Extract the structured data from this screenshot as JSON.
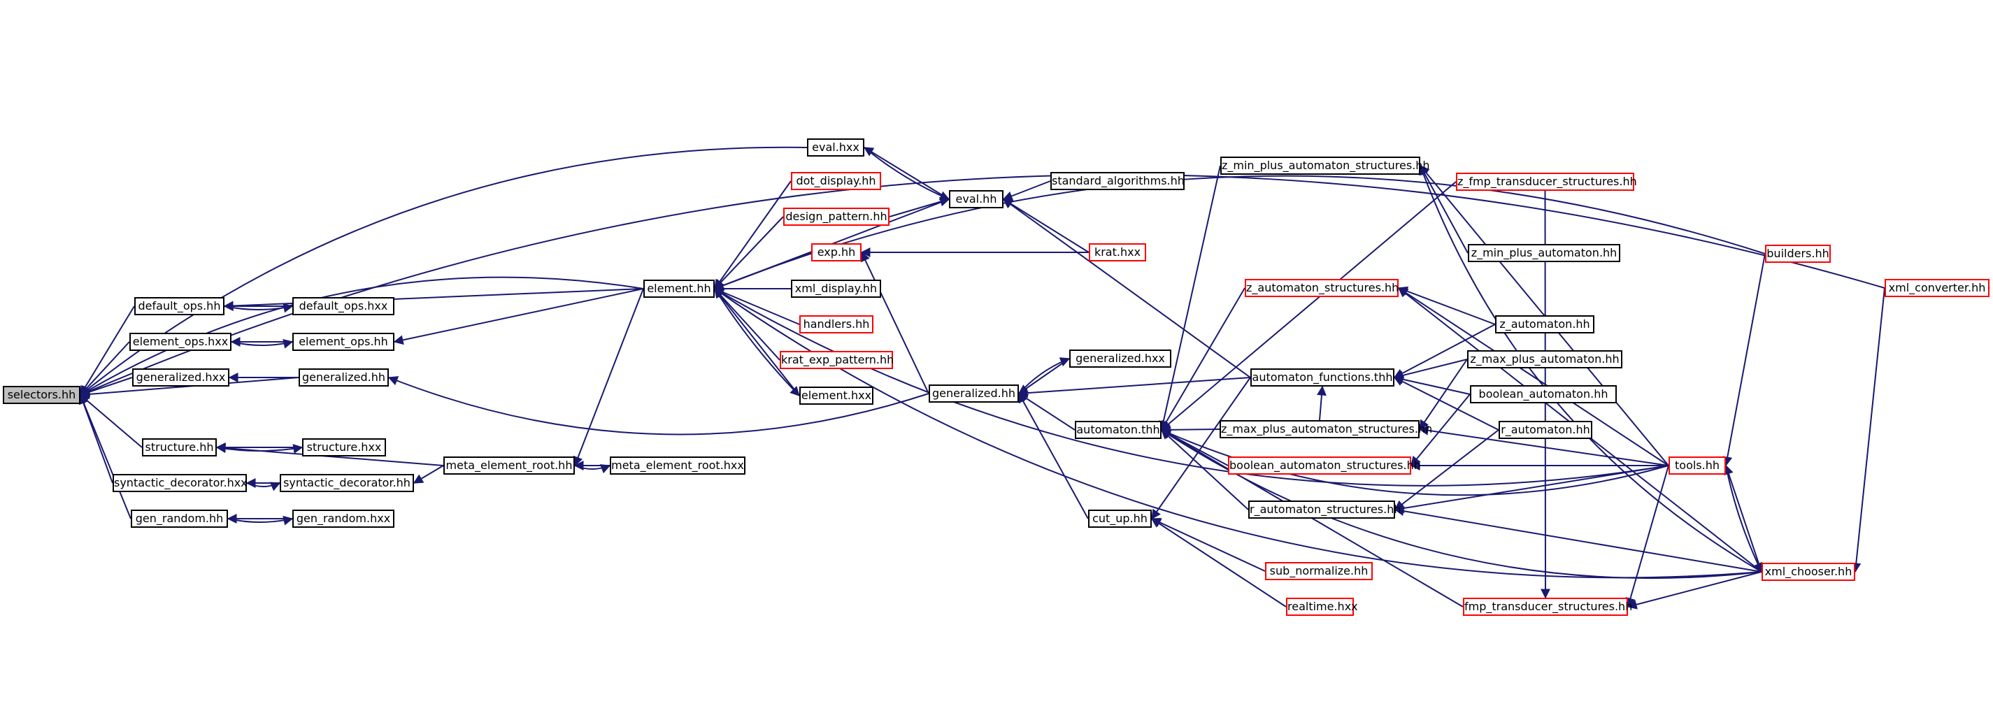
{
  "graph": {
    "edge_color": "#191970",
    "normal_border": "#000000",
    "missing_border": "#ff0000",
    "root_fill": "#bfbfbf",
    "nodes": {
      "selectors": {
        "label": "selectors.hh",
        "style": "root"
      },
      "default_ops": {
        "label": "default_ops.hh",
        "style": "black"
      },
      "default_ops_hxx": {
        "label": "default_ops.hxx",
        "style": "black"
      },
      "element_ops_hxx": {
        "label": "element_ops.hxx",
        "style": "black"
      },
      "element_ops": {
        "label": "element_ops.hh",
        "style": "black"
      },
      "generalized_hxx_l": {
        "label": "generalized.hxx",
        "style": "black"
      },
      "generalized_hh_l": {
        "label": "generalized.hh",
        "style": "black"
      },
      "structure": {
        "label": "structure.hh",
        "style": "black"
      },
      "structure_hxx": {
        "label": "structure.hxx",
        "style": "black"
      },
      "syntactic_hxx": {
        "label": "syntactic_decorator.hxx",
        "style": "black"
      },
      "syntactic": {
        "label": "syntactic_decorator.hh",
        "style": "black"
      },
      "gen_random": {
        "label": "gen_random.hh",
        "style": "black"
      },
      "gen_random_hxx": {
        "label": "gen_random.hxx",
        "style": "black"
      },
      "meta_root": {
        "label": "meta_element_root.hh",
        "style": "black"
      },
      "meta_root_hxx": {
        "label": "meta_element_root.hxx",
        "style": "black"
      },
      "element": {
        "label": "element.hh",
        "style": "black"
      },
      "eval_hxx": {
        "label": "eval.hxx",
        "style": "black"
      },
      "dot_display": {
        "label": "dot_display.hh",
        "style": "red"
      },
      "design_pattern": {
        "label": "design_pattern.hh",
        "style": "red"
      },
      "exp": {
        "label": "exp.hh",
        "style": "red"
      },
      "xml_display": {
        "label": "xml_display.hh",
        "style": "black"
      },
      "handlers": {
        "label": "handlers.hh",
        "style": "red"
      },
      "krat_exp_pattern": {
        "label": "krat_exp_pattern.hh",
        "style": "red"
      },
      "element_hxx": {
        "label": "element.hxx",
        "style": "black"
      },
      "eval": {
        "label": "eval.hh",
        "style": "black"
      },
      "standard_algorithms": {
        "label": "standard_algorithms.hh",
        "style": "black"
      },
      "krat_hxx": {
        "label": "krat.hxx",
        "style": "red"
      },
      "generalized_hh_m": {
        "label": "generalized.hh",
        "style": "black"
      },
      "generalized_hxx_m": {
        "label": "generalized.hxx",
        "style": "black"
      },
      "automaton_thh": {
        "label": "automaton.thh",
        "style": "black"
      },
      "cut_up": {
        "label": "cut_up.hh",
        "style": "black"
      },
      "sub_normalize": {
        "label": "sub_normalize.hh",
        "style": "red"
      },
      "realtime": {
        "label": "realtime.hxx",
        "style": "red"
      },
      "z_min_plus_structures": {
        "label": "z_min_plus_automaton_structures.hh",
        "style": "black"
      },
      "z_fmp_transducer_structures": {
        "label": "z_fmp_transducer_structures.hh",
        "style": "red"
      },
      "z_min_plus_automaton": {
        "label": "z_min_plus_automaton.hh",
        "style": "black"
      },
      "z_automaton_structures": {
        "label": "z_automaton_structures.hh",
        "style": "red"
      },
      "z_automaton": {
        "label": "z_automaton.hh",
        "style": "black"
      },
      "automaton_functions": {
        "label": "automaton_functions.thh",
        "style": "black"
      },
      "z_max_plus_automaton": {
        "label": "z_max_plus_automaton.hh",
        "style": "black"
      },
      "boolean_automaton": {
        "label": "boolean_automaton.hh",
        "style": "black"
      },
      "z_max_plus_structures": {
        "label": "z_max_plus_automaton_structures.hh",
        "style": "black"
      },
      "r_automaton": {
        "label": "r_automaton.hh",
        "style": "black"
      },
      "boolean_automaton_structures": {
        "label": "boolean_automaton_structures.hh",
        "style": "red"
      },
      "r_automaton_structures": {
        "label": "r_automaton_structures.hh",
        "style": "black"
      },
      "fmp_transducer_structures": {
        "label": "fmp_transducer_structures.hh",
        "style": "red"
      },
      "builders": {
        "label": "builders.hh",
        "style": "red"
      },
      "tools": {
        "label": "tools.hh",
        "style": "red"
      },
      "xml_chooser": {
        "label": "xml_chooser.hh",
        "style": "red"
      },
      "xml_converter": {
        "label": "xml_converter.hh",
        "style": "red"
      }
    },
    "edges": [
      [
        "default_ops",
        "selectors"
      ],
      [
        "element_ops_hxx",
        "selectors"
      ],
      [
        "generalized_hxx_l",
        "selectors"
      ],
      [
        "generalized_hh_l",
        "selectors"
      ],
      [
        "structure",
        "selectors"
      ],
      [
        "syntactic_hxx",
        "selectors"
      ],
      [
        "gen_random",
        "selectors"
      ],
      [
        "eval_hxx",
        "selectors"
      ],
      [
        "element",
        "selectors"
      ],
      [
        "xml_converter",
        "selectors"
      ],
      [
        "default_ops_hxx",
        "default_ops"
      ],
      [
        "element",
        "default_ops"
      ],
      [
        "element_ops",
        "element_ops_hxx"
      ],
      [
        "generalized_hh_l",
        "generalized_hxx_l"
      ],
      [
        "structure_hxx",
        "structure"
      ],
      [
        "meta_root",
        "structure"
      ],
      [
        "syntactic",
        "syntactic_hxx"
      ],
      [
        "gen_random_hxx",
        "gen_random"
      ],
      [
        "default_ops",
        "default_ops_hxx"
      ],
      [
        "element_ops_hxx",
        "element_ops"
      ],
      [
        "element",
        "element_ops"
      ],
      [
        "generalized_hh_m",
        "generalized_hh_l"
      ],
      [
        "structure",
        "structure_hxx"
      ],
      [
        "syntactic_hxx",
        "syntactic"
      ],
      [
        "meta_root",
        "syntactic"
      ],
      [
        "gen_random",
        "gen_random_hxx"
      ],
      [
        "meta_root_hxx",
        "meta_root"
      ],
      [
        "meta_root",
        "meta_root_hxx"
      ],
      [
        "element",
        "meta_root"
      ],
      [
        "dot_display",
        "element"
      ],
      [
        "design_pattern",
        "element"
      ],
      [
        "exp",
        "element"
      ],
      [
        "xml_display",
        "element"
      ],
      [
        "handlers",
        "element"
      ],
      [
        "krat_exp_pattern",
        "element"
      ],
      [
        "element_hxx",
        "element"
      ],
      [
        "eval",
        "element"
      ],
      [
        "tools",
        "element"
      ],
      [
        "builders",
        "element"
      ],
      [
        "xml_chooser",
        "element"
      ],
      [
        "element",
        "element_hxx"
      ],
      [
        "eval",
        "eval_hxx"
      ],
      [
        "eval_hxx",
        "eval"
      ],
      [
        "design_pattern",
        "eval"
      ],
      [
        "standard_algorithms",
        "eval"
      ],
      [
        "krat_hxx",
        "eval"
      ],
      [
        "automaton_functions",
        "eval"
      ],
      [
        "krat_hxx",
        "exp"
      ],
      [
        "generalized_hh_m",
        "exp"
      ],
      [
        "generalized_hxx_m",
        "generalized_hh_m"
      ],
      [
        "automaton_thh",
        "generalized_hh_m"
      ],
      [
        "automaton_functions",
        "generalized_hh_m"
      ],
      [
        "cut_up",
        "generalized_hh_m"
      ],
      [
        "generalized_hh_m",
        "generalized_hxx_m"
      ],
      [
        "z_max_plus_structures",
        "automaton_thh"
      ],
      [
        "boolean_automaton_structures",
        "automaton_thh"
      ],
      [
        "r_automaton_structures",
        "automaton_thh"
      ],
      [
        "fmp_transducer_structures",
        "automaton_thh"
      ],
      [
        "z_automaton_structures",
        "automaton_thh"
      ],
      [
        "z_min_plus_structures",
        "automaton_thh"
      ],
      [
        "z_fmp_transducer_structures",
        "automaton_thh"
      ],
      [
        "tools",
        "automaton_thh"
      ],
      [
        "xml_chooser",
        "automaton_thh"
      ],
      [
        "sub_normalize",
        "cut_up"
      ],
      [
        "realtime",
        "cut_up"
      ],
      [
        "automaton_functions",
        "cut_up"
      ],
      [
        "z_min_plus_automaton",
        "z_min_plus_structures"
      ],
      [
        "tools",
        "z_min_plus_structures"
      ],
      [
        "xml_chooser",
        "z_min_plus_structures"
      ],
      [
        "z_automaton",
        "z_automaton_structures"
      ],
      [
        "tools",
        "z_automaton_structures"
      ],
      [
        "xml_chooser",
        "z_automaton_structures"
      ],
      [
        "z_automaton",
        "automaton_functions"
      ],
      [
        "z_max_plus_automaton",
        "automaton_functions"
      ],
      [
        "boolean_automaton",
        "automaton_functions"
      ],
      [
        "r_automaton",
        "automaton_functions"
      ],
      [
        "z_max_plus_structures",
        "automaton_functions"
      ],
      [
        "z_max_plus_automaton",
        "z_max_plus_structures"
      ],
      [
        "tools",
        "z_max_plus_structures"
      ],
      [
        "boolean_automaton",
        "boolean_automaton_structures"
      ],
      [
        "tools",
        "boolean_automaton_structures"
      ],
      [
        "r_automaton",
        "r_automaton_structures"
      ],
      [
        "tools",
        "r_automaton_structures"
      ],
      [
        "xml_chooser",
        "r_automaton_structures"
      ],
      [
        "xml_chooser",
        "fmp_transducer_structures"
      ],
      [
        "tools",
        "fmp_transducer_structures"
      ],
      [
        "z_fmp_transducer_structures",
        "fmp_transducer_structures"
      ],
      [
        "builders",
        "tools"
      ],
      [
        "xml_chooser",
        "tools"
      ],
      [
        "xml_converter",
        "xml_chooser"
      ],
      [
        "tools",
        "xml_chooser"
      ]
    ]
  }
}
